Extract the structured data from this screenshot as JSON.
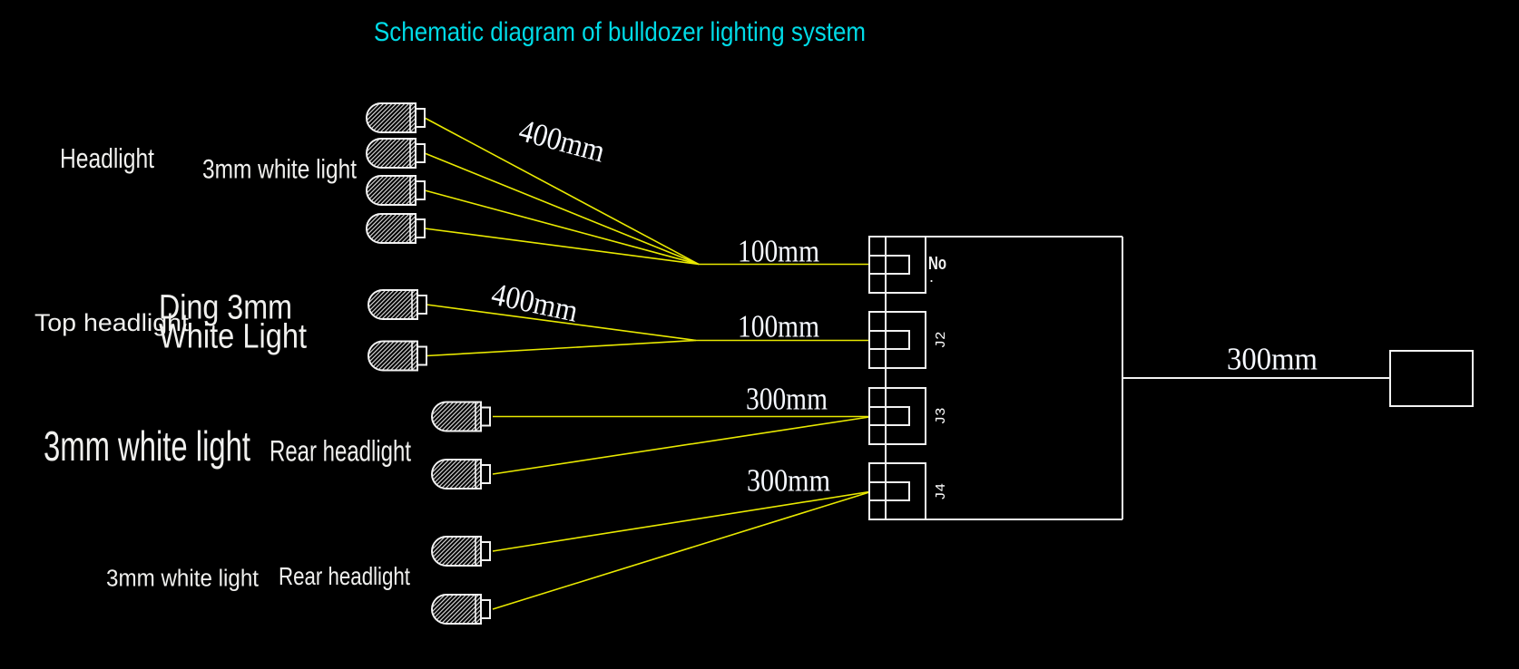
{
  "title": "Schematic diagram of bulldozer lighting system",
  "colors": {
    "bg": "#000000",
    "title": "#00dbe7",
    "wire": "#e9e900",
    "line": "#f2f2f2",
    "dim": "#f6f9ff"
  },
  "left_labels": {
    "headlight": "Headlight",
    "white_3mm_front": "3mm white light",
    "top_headlight": "Top headlight",
    "ding_line1": "Ding 3mm",
    "ding_line2": "White Light",
    "white_3mm_large": "3mm white light",
    "rear_headlight_1": "Rear headlight",
    "white_3mm_rear": "3mm white light",
    "rear_headlight_2": "Rear headlight"
  },
  "dimensions": {
    "group1_wire": "400mm",
    "group1_bus": "100mm",
    "group2_wire": "400mm",
    "group2_bus": "100mm",
    "group3_bus": "300mm",
    "group4_bus": "300mm",
    "output": "300mm"
  },
  "connector": {
    "port1": "No",
    "port1_dot": ".",
    "port2": "J2",
    "port3": "J3",
    "port4": "J4"
  }
}
